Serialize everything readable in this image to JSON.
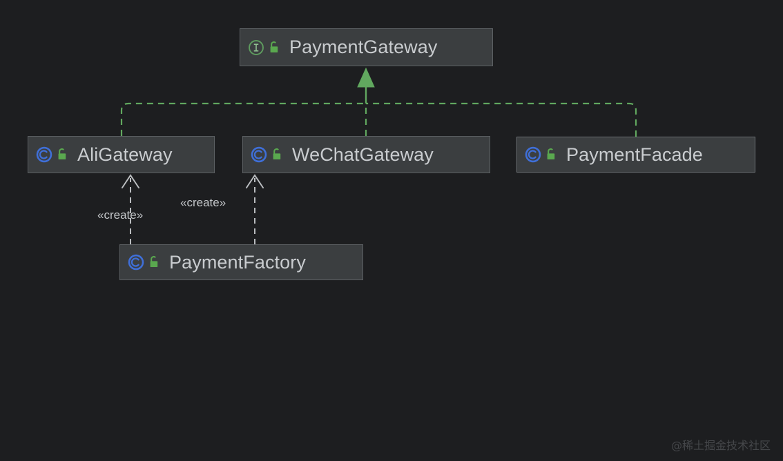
{
  "diagram": {
    "type": "uml-class-diagram",
    "background_color": "#1d1e20",
    "nodes": [
      {
        "id": "paymentgateway",
        "label": "PaymentGateway",
        "kind": "interface",
        "kind_icon": "interface-circle-i-icon",
        "kind_icon_color": "#5e9b5e",
        "visibility": "public",
        "visibility_icon": "unlocked-padlock-icon",
        "visibility_icon_color": "#5aa84f",
        "fill_color": "#3b3e40",
        "border_color": "#5c6063",
        "text_color": "#c9cccf"
      },
      {
        "id": "aligateway",
        "label": "AliGateway",
        "kind": "class",
        "kind_icon": "class-circle-c-icon",
        "kind_icon_color": "#3f6fd8",
        "visibility": "public",
        "visibility_icon": "unlocked-padlock-icon",
        "visibility_icon_color": "#5aa84f",
        "fill_color": "#3b3e40",
        "border_color": "#5c6063",
        "text_color": "#c9cccf"
      },
      {
        "id": "wechatgateway",
        "label": "WeChatGateway",
        "kind": "class",
        "kind_icon": "class-circle-c-icon",
        "kind_icon_color": "#3f6fd8",
        "visibility": "public",
        "visibility_icon": "unlocked-padlock-icon",
        "visibility_icon_color": "#5aa84f",
        "fill_color": "#3b3e40",
        "border_color": "#5c6063",
        "text_color": "#c9cccf"
      },
      {
        "id": "paymentfacade",
        "label": "PaymentFacade",
        "kind": "class",
        "kind_icon": "class-circle-c-icon",
        "kind_icon_color": "#3f6fd8",
        "visibility": "public",
        "visibility_icon": "unlocked-padlock-icon",
        "visibility_icon_color": "#5aa84f",
        "fill_color": "#3b3e40",
        "border_color": "#6d7275",
        "text_color": "#c9cccf"
      },
      {
        "id": "paymentfactory",
        "label": "PaymentFactory",
        "kind": "class",
        "kind_icon": "class-circle-c-icon",
        "kind_icon_color": "#3f6fd8",
        "visibility": "public",
        "visibility_icon": "unlocked-padlock-icon",
        "visibility_icon_color": "#5aa84f",
        "fill_color": "#3b3e40",
        "border_color": "#5c6063",
        "text_color": "#c9cccf"
      }
    ],
    "edges": [
      {
        "id": "realize-ali-paymentgateway",
        "from": "aligateway",
        "to": "paymentgateway",
        "relation": "realization",
        "style": "dashed",
        "arrowhead": "filled-triangle",
        "color": "#61a85f",
        "label": ""
      },
      {
        "id": "realize-wechat-paymentgateway",
        "from": "wechatgateway",
        "to": "paymentgateway",
        "relation": "realization",
        "style": "dashed",
        "arrowhead": "filled-triangle",
        "color": "#61a85f",
        "label": ""
      },
      {
        "id": "realize-facade-paymentgateway",
        "from": "paymentfacade",
        "to": "paymentgateway",
        "relation": "realization",
        "style": "dashed",
        "arrowhead": "filled-triangle",
        "color": "#61a85f",
        "label": ""
      },
      {
        "id": "create-factory-ali",
        "from": "paymentfactory",
        "to": "aligateway",
        "relation": "dependency",
        "style": "dashed",
        "arrowhead": "open-arrow",
        "color": "#b9bcbf",
        "label": "«create»"
      },
      {
        "id": "create-factory-wechat",
        "from": "paymentfactory",
        "to": "wechatgateway",
        "relation": "dependency",
        "style": "dashed",
        "arrowhead": "open-arrow",
        "color": "#b9bcbf",
        "label": "«create»"
      }
    ],
    "labels": {
      "create_ali": "«create»",
      "create_wechat": "«create»"
    },
    "watermark": "@稀土掘金技术社区"
  }
}
